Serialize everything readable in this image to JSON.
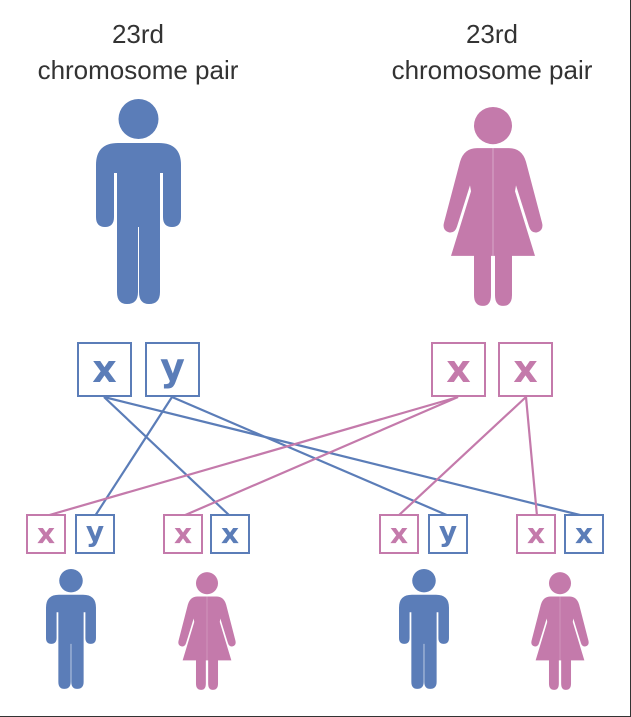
{
  "colors": {
    "male": "#5b7db8",
    "female": "#c47aab",
    "text": "#333333"
  },
  "father": {
    "heading_line1": "23rd",
    "heading_line2": "chromosome pair",
    "icon": "male-person-icon",
    "chromosomes": [
      "x",
      "y"
    ]
  },
  "mother": {
    "heading_line1": "23rd",
    "heading_line2": "chromosome pair",
    "icon": "female-person-icon",
    "chromosomes": [
      "x",
      "x"
    ]
  },
  "offspring": [
    {
      "icon": "male-person-icon",
      "chromosomes": [
        "x",
        "y"
      ],
      "from": [
        "mother",
        "father"
      ]
    },
    {
      "icon": "female-person-icon",
      "chromosomes": [
        "x",
        "x"
      ],
      "from": [
        "mother",
        "father"
      ]
    },
    {
      "icon": "male-person-icon",
      "chromosomes": [
        "x",
        "y"
      ],
      "from": [
        "mother",
        "father"
      ]
    },
    {
      "icon": "female-person-icon",
      "chromosomes": [
        "x",
        "x"
      ],
      "from": [
        "mother",
        "father"
      ]
    }
  ]
}
